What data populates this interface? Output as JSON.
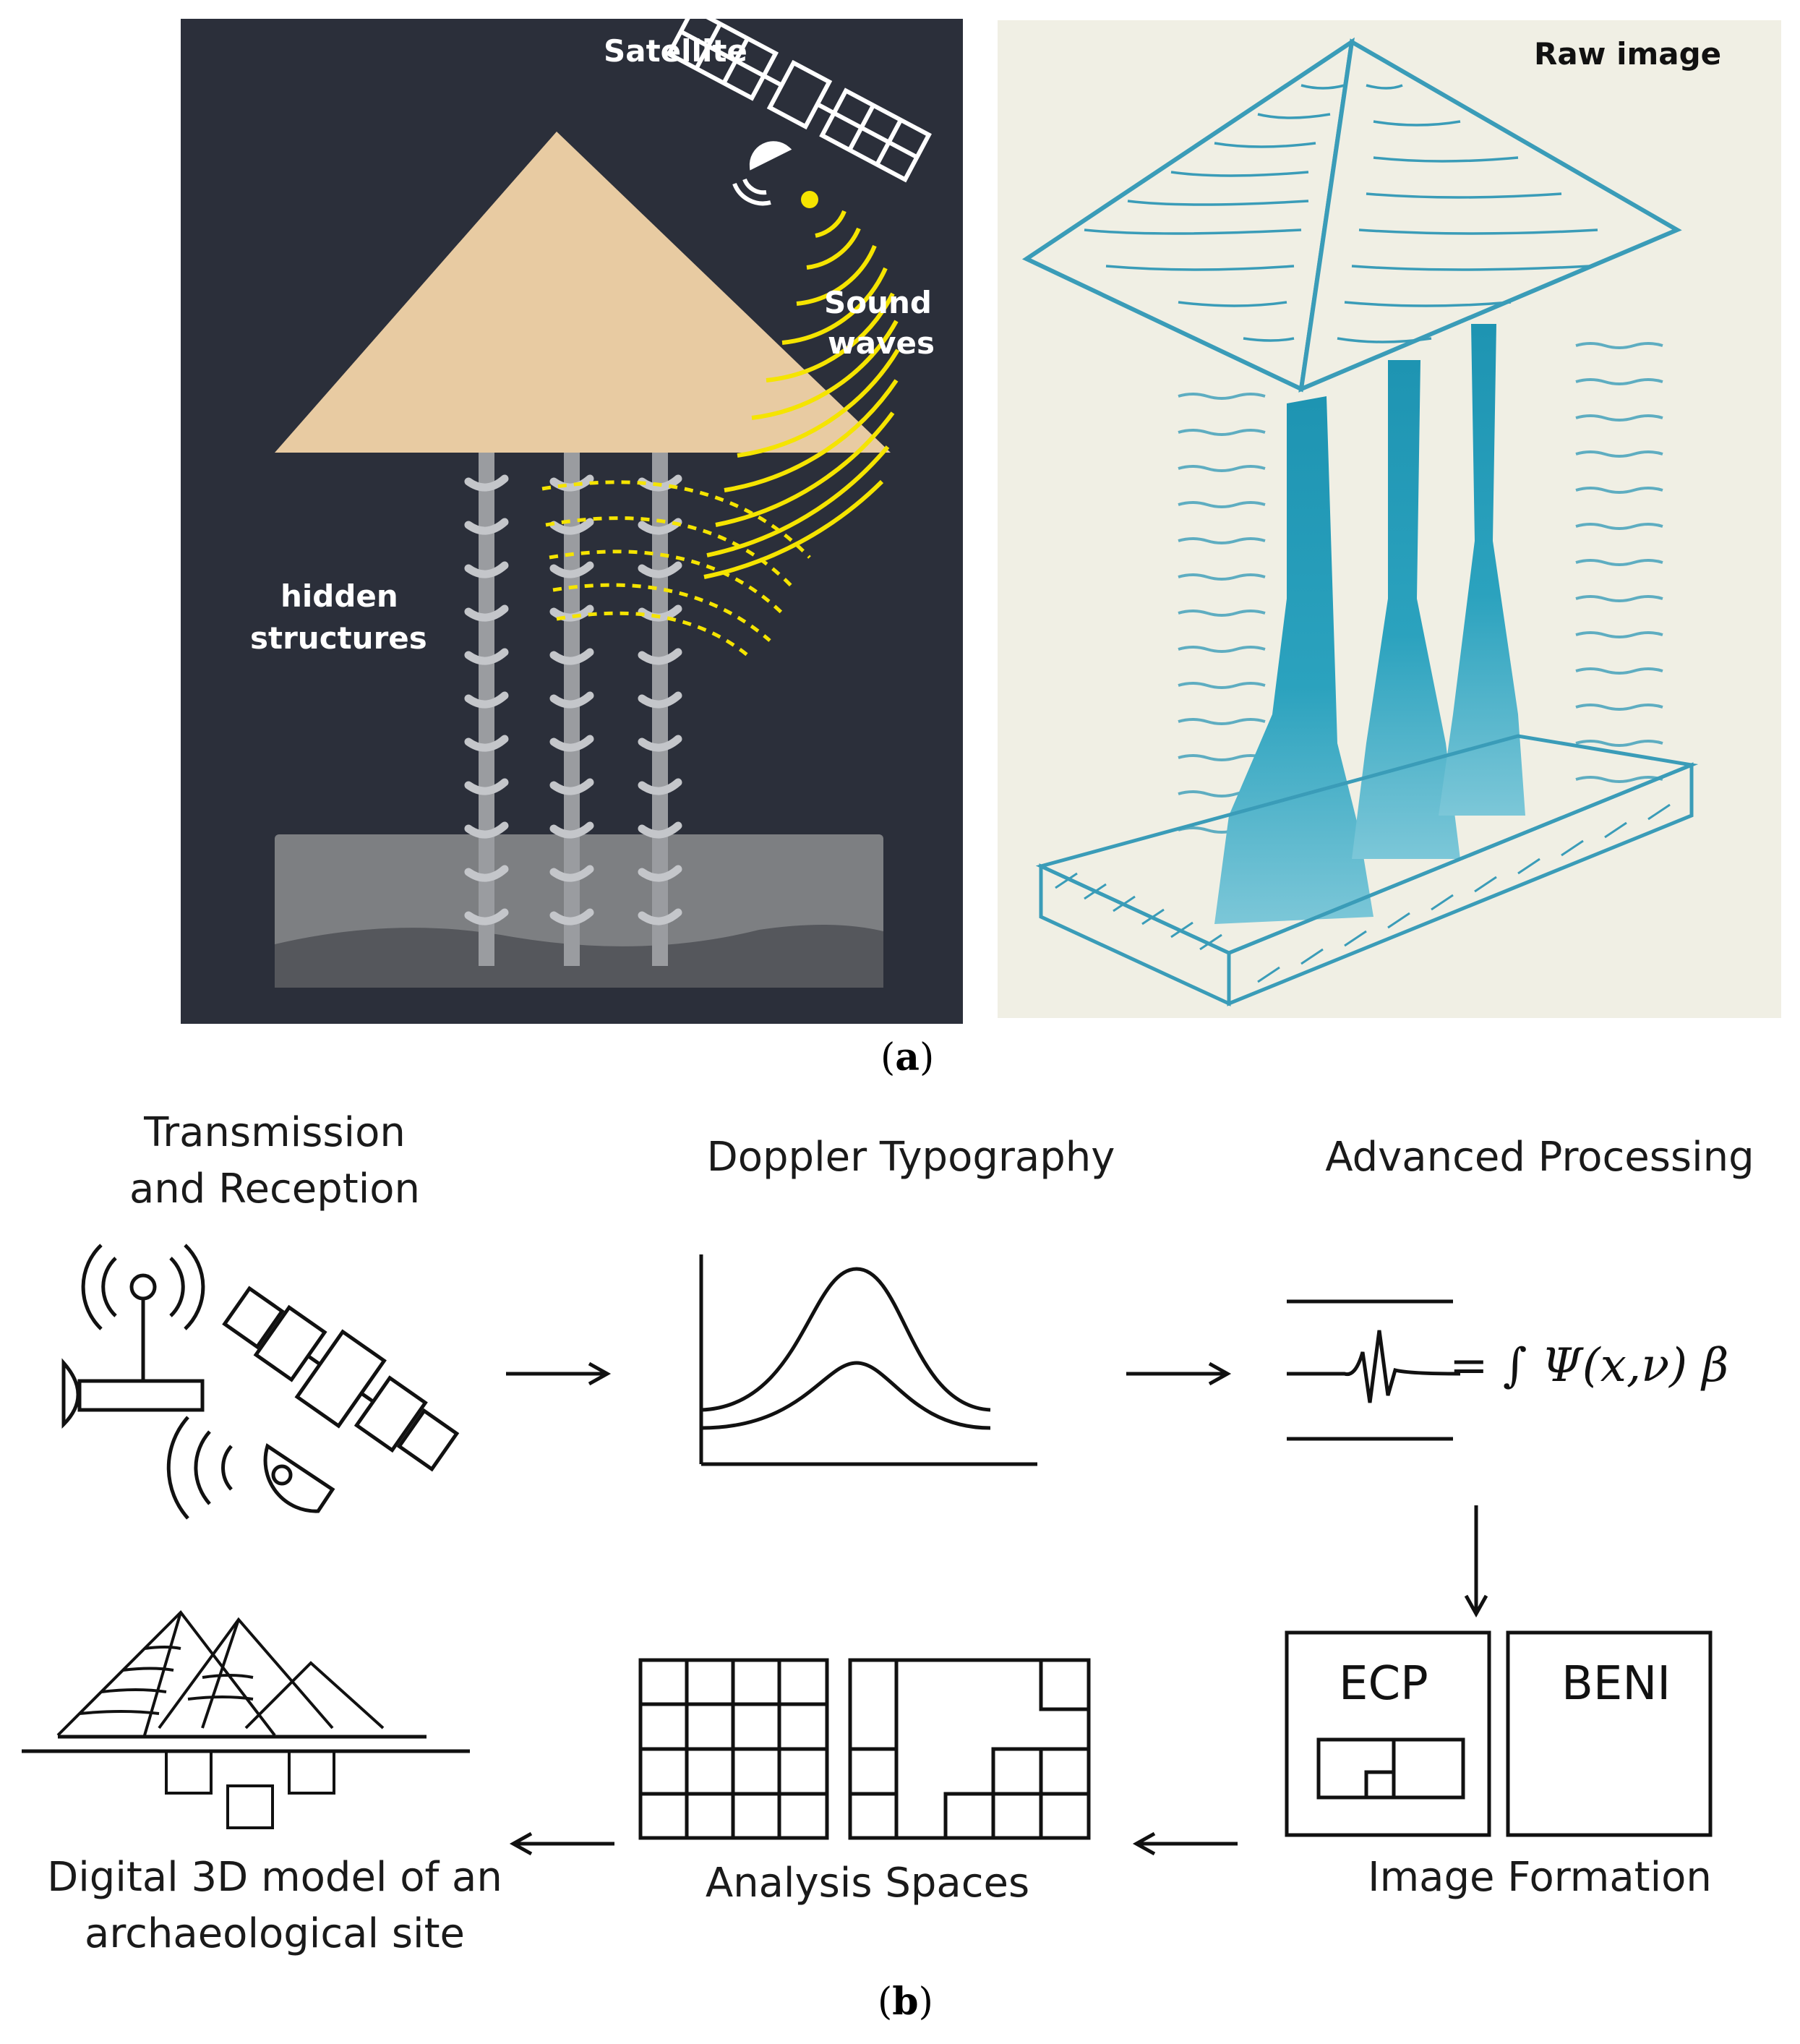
{
  "panel_a": {
    "left": {
      "satellite_label": "Satellite",
      "sound_label_1": "Sound",
      "sound_label_2": "waves",
      "hidden_label_1": "hidden",
      "hidden_label_2": "structures"
    },
    "right": {
      "raw_label": "Raw image"
    },
    "caption": {
      "open": "(",
      "letter": "a",
      "close": ")"
    }
  },
  "panel_b": {
    "steps": {
      "transmission_1": "Transmission",
      "transmission_2": "and Reception",
      "doppler": "Doppler  Typography",
      "advanced": "Advanced Processing",
      "image_formation": "Image Formation",
      "analysis": "Analysis Spaces",
      "model_1": "Digital 3D model of an",
      "model_2": "archaeological site"
    },
    "formula": "= ∫ Ψ(x,ν) β",
    "box_ecp": "ECP",
    "box_beni": "BENI",
    "caption": {
      "open": "(",
      "letter": "b",
      "close": ")"
    }
  },
  "colors": {
    "dark_panel": "#2b2f3a",
    "pyramid": "#e8cba2",
    "wave": "#f5e400",
    "raw_bg": "#f0efe4",
    "raw_ink": "#3a9cb8"
  }
}
